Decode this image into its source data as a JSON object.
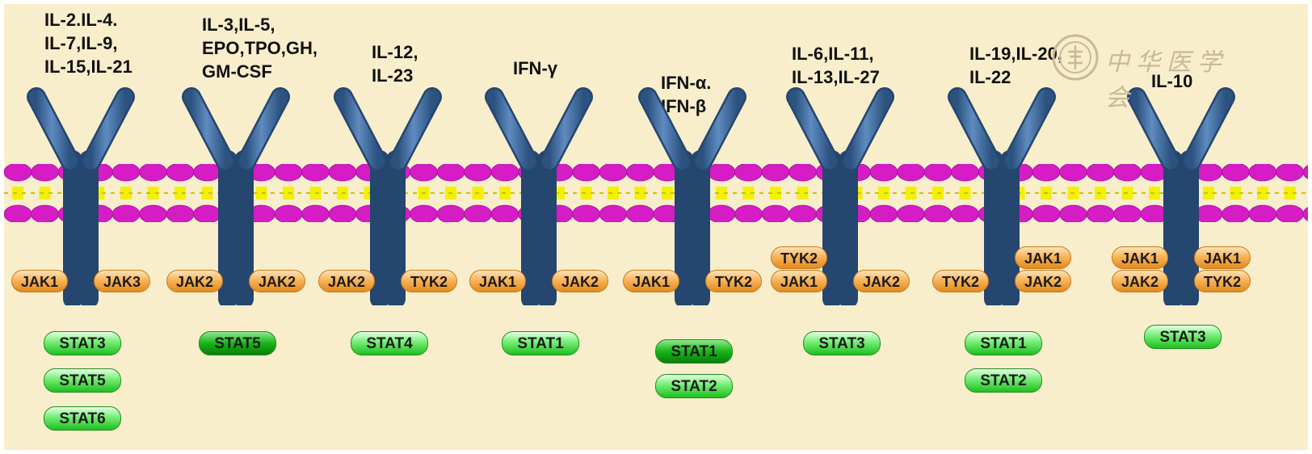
{
  "receptors": [
    {
      "ligand": "IL-2.IL-4.\nIL-7,IL-9,\nIL-15,IL-21",
      "jaks": [
        {
          "label": "JAK1",
          "side": "left",
          "row": 0
        },
        {
          "label": "JAK3",
          "side": "right",
          "row": 0
        }
      ],
      "stats": [
        "STAT3",
        "STAT5",
        "STAT6"
      ]
    },
    {
      "ligand": "IL-3,IL-5,\nEPO,TPO,GH,\nGM-CSF",
      "jaks": [
        {
          "label": "JAK2",
          "side": "left",
          "row": 0
        },
        {
          "label": "JAK2",
          "side": "right",
          "row": 0
        }
      ],
      "stats": [
        "STAT5"
      ]
    },
    {
      "ligand": "IL-12,\nIL-23",
      "jaks": [
        {
          "label": "JAK2",
          "side": "left",
          "row": 0
        },
        {
          "label": "TYK2",
          "side": "right",
          "row": 0
        }
      ],
      "stats": [
        "STAT4"
      ]
    },
    {
      "ligand": "IFN-γ",
      "jaks": [
        {
          "label": "JAK1",
          "side": "left",
          "row": 0
        },
        {
          "label": "JAK2",
          "side": "right",
          "row": 0
        }
      ],
      "stats": [
        "STAT1"
      ]
    },
    {
      "ligand": "IFN-α.\nIFN-β",
      "jaks": [
        {
          "label": "JAK1",
          "side": "left",
          "row": 0
        },
        {
          "label": "TYK2",
          "side": "right",
          "row": 0
        }
      ],
      "stats": [
        "STAT1",
        "STAT2"
      ]
    },
    {
      "ligand": "IL-6,IL-11,\nIL-13,IL-27",
      "jaks": [
        {
          "label": "TYK2",
          "side": "left",
          "row": -1
        },
        {
          "label": "JAK1",
          "side": "left",
          "row": 0
        },
        {
          "label": "JAK2",
          "side": "right",
          "row": 0
        }
      ],
      "stats": [
        "STAT3"
      ]
    },
    {
      "ligand": "IL-19,IL-20,\nIL-22",
      "jaks": [
        {
          "label": "TYK2",
          "side": "left",
          "row": 0
        },
        {
          "label": "JAK1",
          "side": "right",
          "row": -1
        },
        {
          "label": "JAK2",
          "side": "right",
          "row": 0
        }
      ],
      "stats": [
        "STAT1",
        "STAT2"
      ]
    },
    {
      "ligand": "IL-10",
      "jaks": [
        {
          "label": "JAK1",
          "side": "left",
          "row": -1
        },
        {
          "label": "JAK2",
          "side": "left",
          "row": 0
        },
        {
          "label": "JAK1",
          "side": "right",
          "row": -1
        },
        {
          "label": "TYK2",
          "side": "right",
          "row": 0
        }
      ],
      "stats": [
        "STAT3"
      ]
    }
  ],
  "watermark": {
    "text": "中华医学会"
  },
  "colors": {
    "background": "#f8eecb",
    "receptor": "#3f6898",
    "lipid_head": "#d61cc4",
    "lipid_tail": "#f3f000",
    "jak": "#f2a043",
    "stat": "#2ecb2e"
  }
}
